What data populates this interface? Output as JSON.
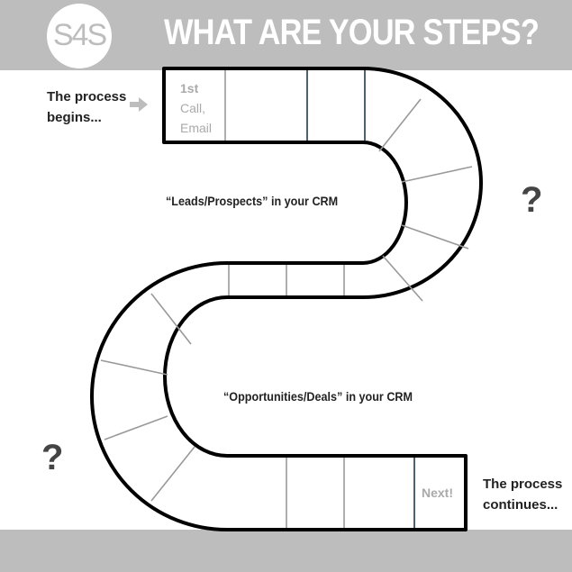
{
  "header": {
    "logo_text": "S4S",
    "title": "WHAT ARE YOUR STEPS?"
  },
  "labels": {
    "start_line1": "The process",
    "start_line2": "begins...",
    "end_line1": "The process",
    "end_line2": "continues...",
    "leads": "“Leads/Prospects” in your CRM",
    "opportunities": "“Opportunities/Deals” in your CRM",
    "question_mark": "?"
  },
  "cells": {
    "first_step": "1st",
    "first_line2": "Call,",
    "first_line3": "Email",
    "last": "Next!"
  },
  "colors": {
    "banner": "#bdbdbd",
    "track_outline": "#000000",
    "divider_light": "#999999",
    "divider_dark": "#1f3a4d",
    "cell_text": "#aaaaaa"
  }
}
